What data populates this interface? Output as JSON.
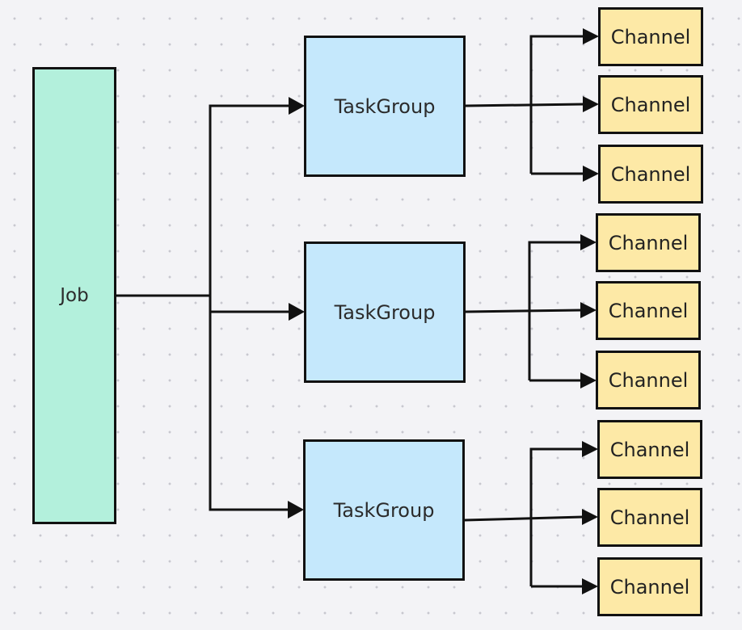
{
  "diagram": {
    "job": {
      "label": "Job"
    },
    "task_groups": [
      {
        "label": "TaskGroup",
        "channels": [
          "Channel",
          "Channel",
          "Channel"
        ]
      },
      {
        "label": "TaskGroup",
        "channels": [
          "Channel",
          "Channel",
          "Channel"
        ]
      },
      {
        "label": "TaskGroup",
        "channels": [
          "Channel",
          "Channel",
          "Channel"
        ]
      }
    ]
  },
  "colors": {
    "job_fill": "#b3f0dc",
    "taskgroup_fill": "#c5e8fc",
    "channel_fill": "#fde9a6",
    "border": "#111111",
    "background": "#f3f3f6"
  }
}
